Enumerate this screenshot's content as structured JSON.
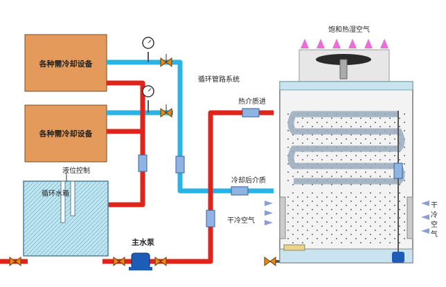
{
  "labels": {
    "equipment_1": "各种需冷却设备",
    "equipment_2": "各种需冷却设备",
    "level_control": "液位控制",
    "tank": "循环水箱",
    "main_pump": "主水泵",
    "piping_system": "循环管路系统",
    "hot_medium_in": "热介质进",
    "cooled_medium": "冷却后介质",
    "dry_air_left": "干冷空气",
    "dry_air_right": "干冷空气",
    "saturated_air": "饱和热湿空气"
  },
  "colors": {
    "hot_pipe": "#e0241b",
    "cold_pipe": "#2ab4e6",
    "equipment_fill": "#e49a5a",
    "tank_water": "#bde6f2",
    "tower_coil": "#c9e3f0",
    "air_arrow": "#8a9fd4",
    "vapor_arrow": "#ec6cd8",
    "pump": "#1d5db8",
    "valve": "#e58a16"
  }
}
